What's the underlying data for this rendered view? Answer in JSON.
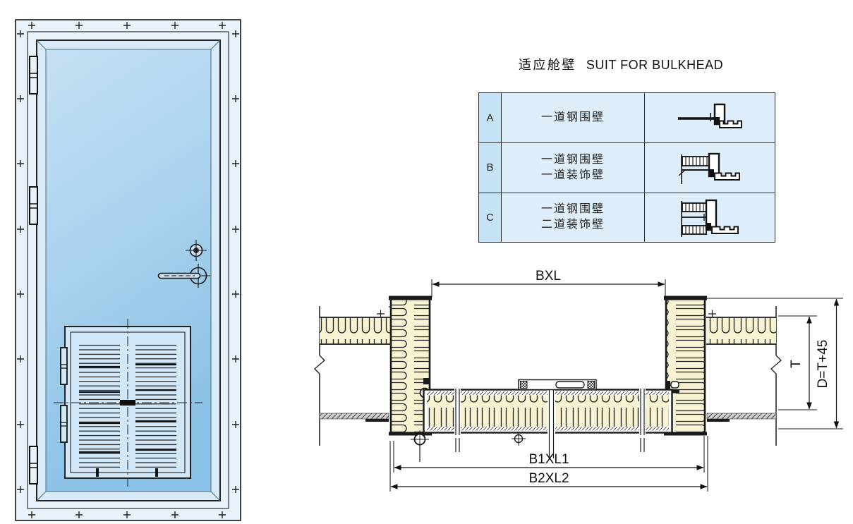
{
  "title": {
    "cn": "适应舱壁",
    "en": "SUIT FOR BULKHEAD"
  },
  "bulkhead_table": {
    "rows": [
      {
        "key": "A",
        "desc_lines": [
          "一道钢围壁"
        ],
        "icon": "one-steel-bulkhead-profile"
      },
      {
        "key": "B",
        "desc_lines": [
          "一道钢围壁",
          "一道装饰壁"
        ],
        "icon": "one-steel-one-lining-profile"
      },
      {
        "key": "C",
        "desc_lines": [
          "一道钢围壁",
          "二道装饰壁"
        ],
        "icon": "one-steel-two-linings-profile"
      }
    ]
  },
  "section_view": {
    "dims": {
      "opening_width": "BXL",
      "frame_width_1": "B1XL1",
      "frame_width_2": "B2XL2",
      "bulkhead_thickness": "T",
      "frame_depth": "D=T+45"
    }
  },
  "colors": {
    "table_cell_fill": "#ddeefa",
    "table_key_fill": "#c5e2f6",
    "door_frame_fill": "#e7f2fb",
    "door_panel_top": "#c6e0f4",
    "door_panel_bottom": "#8ac1e6",
    "insulation_fill": "#f7f3d2",
    "line": "#1a1a1a"
  }
}
